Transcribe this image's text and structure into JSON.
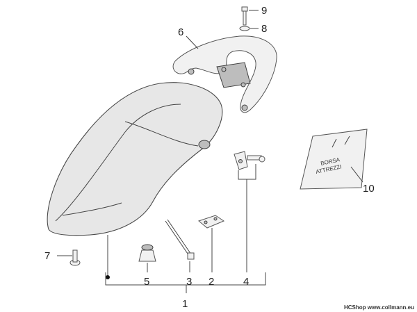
{
  "callouts": {
    "n1": "1",
    "n2": "2",
    "n3": "3",
    "n4": "4",
    "n5": "5",
    "n6": "6",
    "n7": "7",
    "n8": "8",
    "n9": "9",
    "n10": "10"
  },
  "tool_bag_label": {
    "line1": "BORSA",
    "line2": "ATTREZZI"
  },
  "watermark": "HCShop www.collmann.eu"
}
